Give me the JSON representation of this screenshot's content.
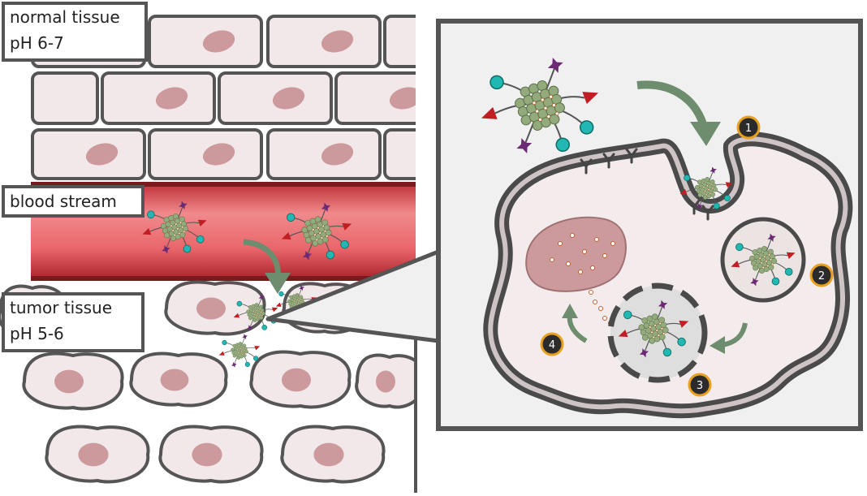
{
  "labels": {
    "normal_tissue": "normal tissue",
    "normal_ph": "pH 6-7",
    "blood_stream": "blood stream",
    "tumor_tissue": "tumor tissue",
    "tumor_ph": "pH 5-6"
  },
  "steps": [
    "1",
    "2",
    "3",
    "4"
  ],
  "colors": {
    "cell_fill": "#f2e8e9",
    "cell_outline": "#555555",
    "nucleus": "#cc9a9c",
    "blood": "#e9656a",
    "blood_dark": "#b12a31",
    "nanoparticle": "#93ab7c",
    "ligand_teal": "#20b8b0",
    "ligand_red": "#c11e24",
    "ligand_purple": "#6b2a73",
    "arrow": "#6e8c6e",
    "badge_ring": "#e8a020",
    "badge_fill": "#2b2b2b"
  }
}
